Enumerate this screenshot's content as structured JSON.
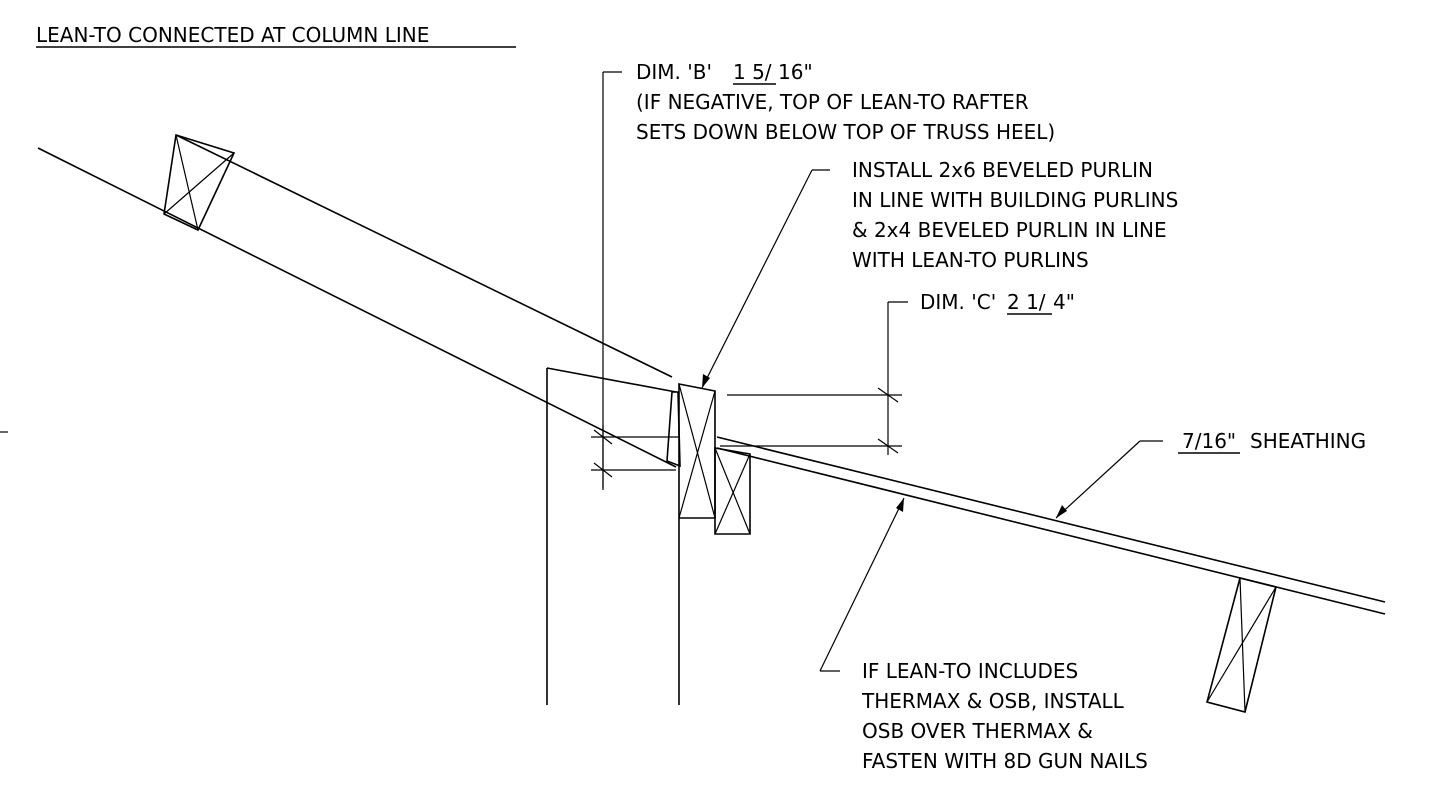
{
  "title": "LEAN-TO CONNECTED AT COLUMN LINE",
  "dim_b": {
    "label": "DIM. 'B'",
    "value_underlined": "1 5/",
    "value_suffix": "16\"",
    "note_line1": "(IF NEGATIVE, TOP OF LEAN-TO RAFTER",
    "note_line2": "SETS DOWN BELOW TOP OF TRUSS HEEL)"
  },
  "purlin_note": {
    "line1": "INSTALL 2x6 BEVELED PURLIN",
    "line2": "IN LINE WITH BUILDING PURLINS",
    "line3": "& 2x4 BEVELED PURLIN IN LINE",
    "line4": "WITH LEAN-TO PURLINS"
  },
  "dim_c": {
    "label": "DIM. 'C'",
    "value_underlined": "2 1/",
    "value_suffix": "4\""
  },
  "sheathing": {
    "value_underlined": "7/16\"",
    "label": "SHEATHING"
  },
  "osb_note": {
    "line1": "IF LEAN-TO INCLUDES",
    "line2": "THERMAX & OSB, INSTALL",
    "line3": "OSB OVER THERMAX &",
    "line4": "FASTEN WITH 8D GUN NAILS"
  }
}
